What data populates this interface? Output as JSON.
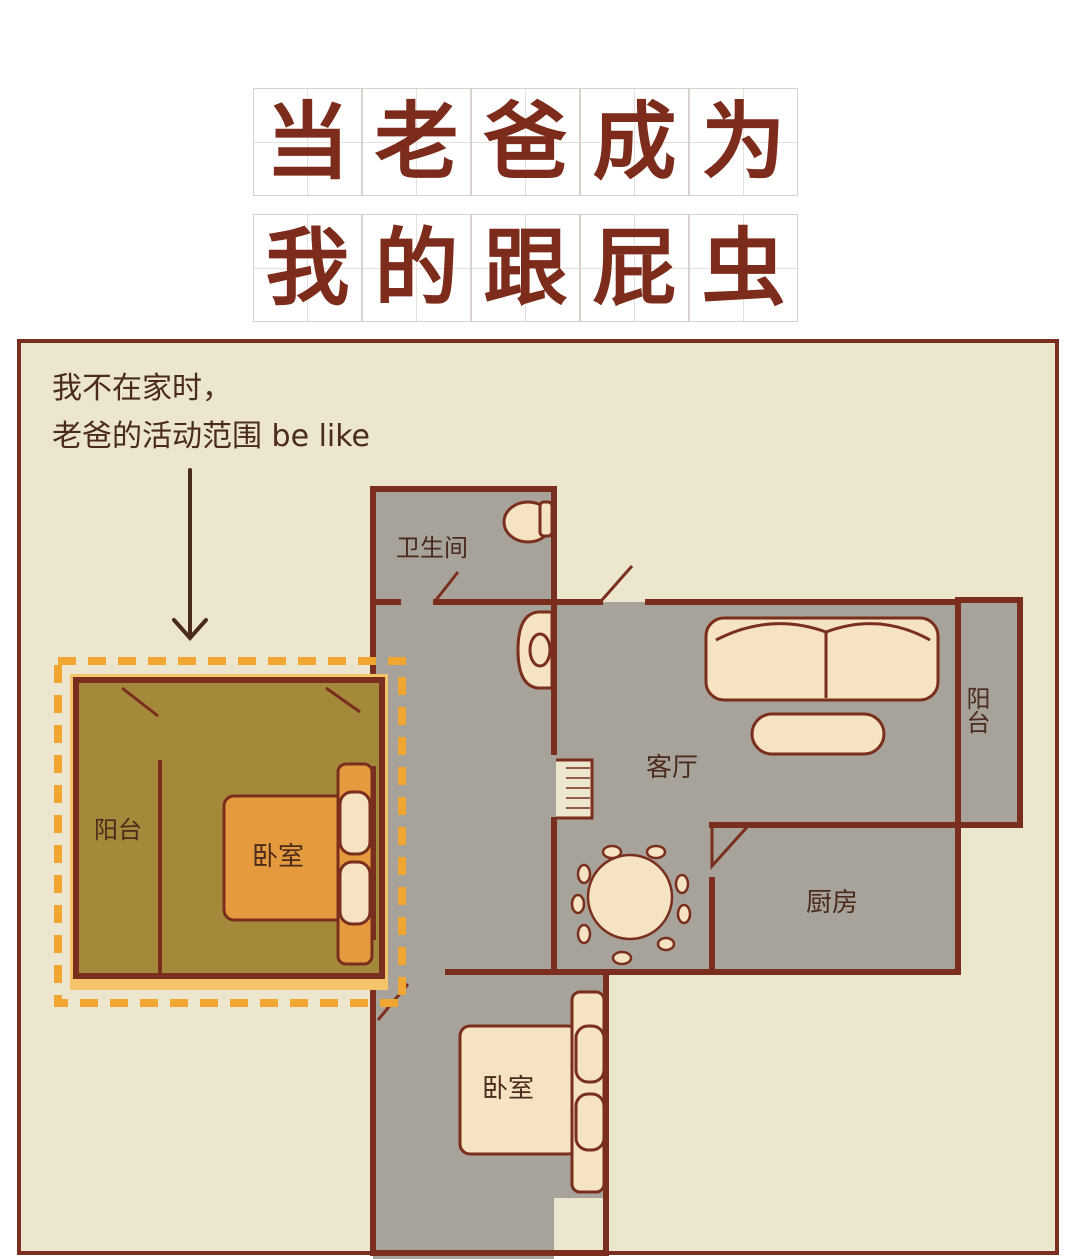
{
  "title": {
    "line1": [
      "当",
      "老",
      "爸",
      "成",
      "为"
    ],
    "line2": [
      "我",
      "的",
      "跟",
      "屁",
      "虫"
    ]
  },
  "caption": {
    "line1": "我不在家时，",
    "line2": "老爸的活动范围 be like"
  },
  "rooms": {
    "bathroom": "卫生间",
    "balcony_left": "阳台",
    "bedroom_highlighted": "卧室",
    "living_room": "客厅",
    "balcony_right": "阳台",
    "kitchen": "厨房",
    "bedroom_bottom": "卧室"
  },
  "colors": {
    "title_text": "#7d2b1b",
    "background_paper": "#ede6cf",
    "wall": "#7a2e1e",
    "floor": "#a8a39a",
    "highlight_room": "#a5893a",
    "highlight_border": "#f0a630",
    "furniture": "#f6e3c2",
    "bed_highlight": "#e69a3e"
  }
}
